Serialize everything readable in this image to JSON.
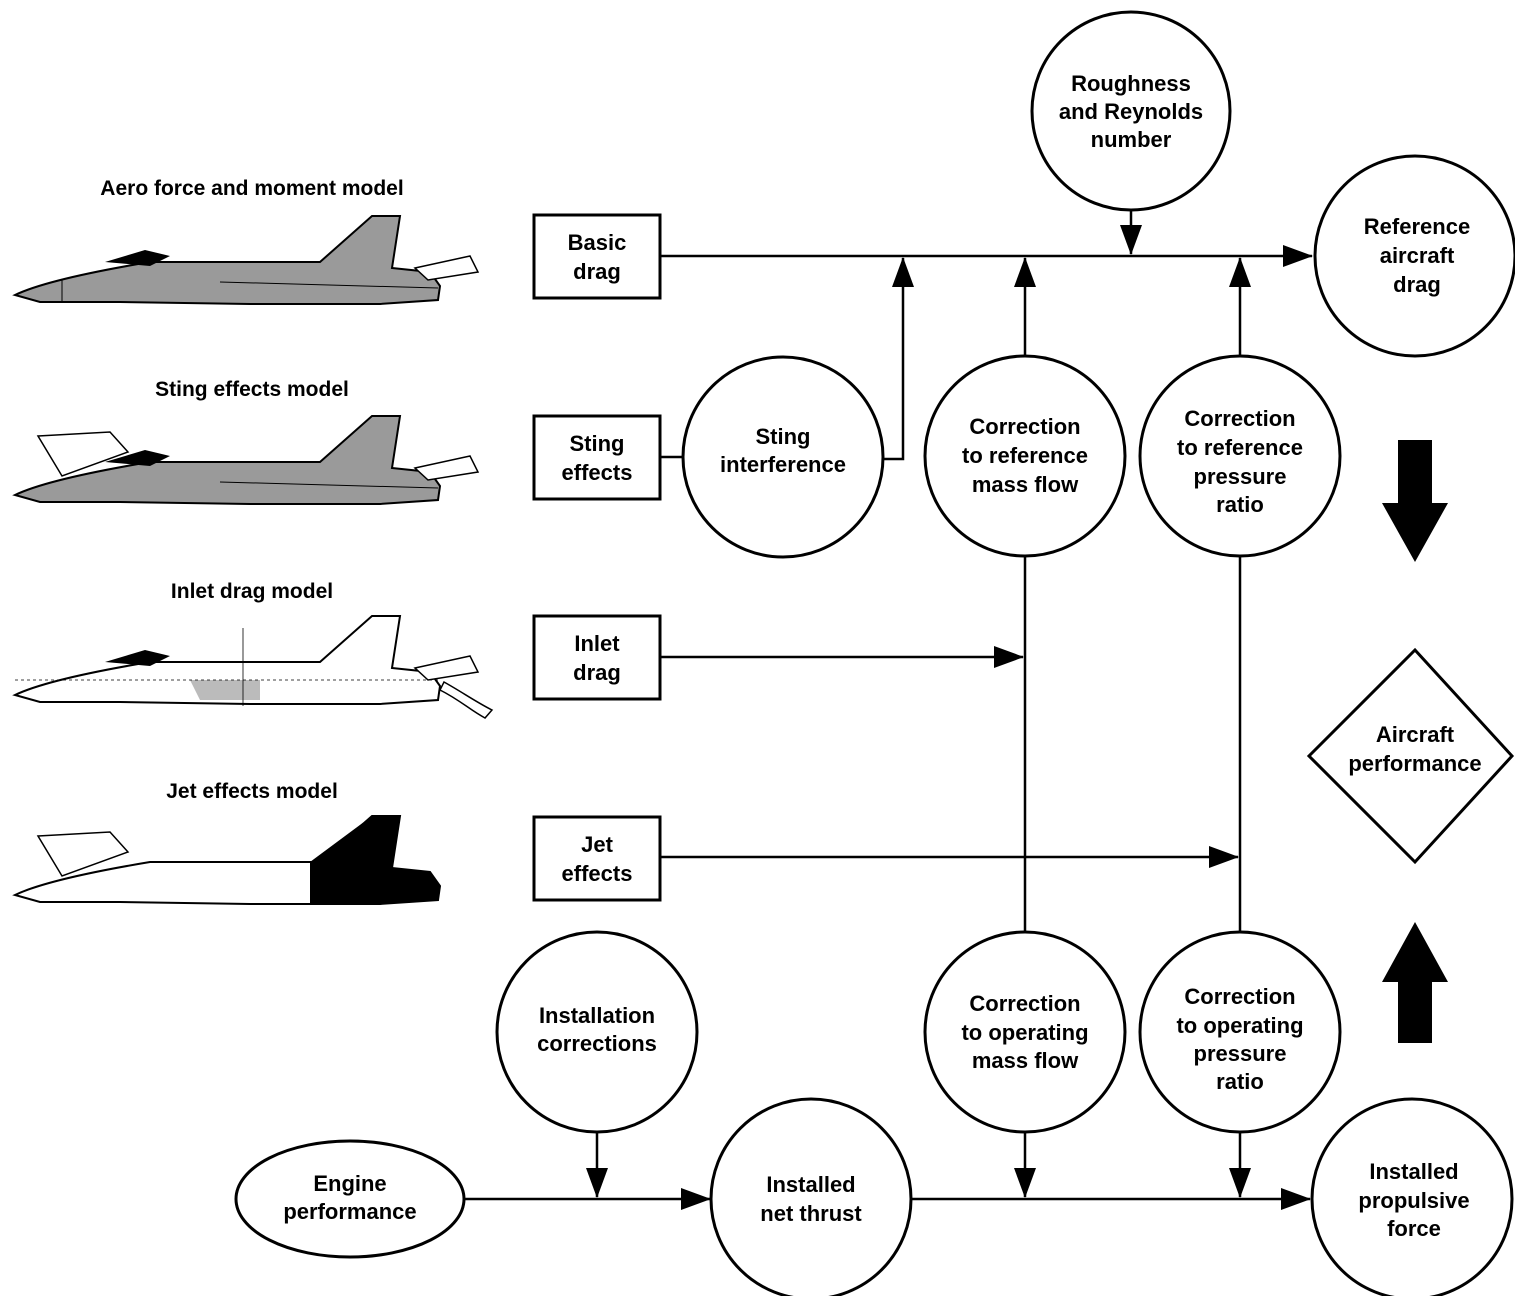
{
  "models": {
    "aero": "Aero force and moment model",
    "sting": "Sting effects model",
    "inlet": "Inlet drag model",
    "jet": "Jet effects model"
  },
  "boxes": {
    "basic_drag": [
      "Basic",
      "drag"
    ],
    "sting_effects": [
      "Sting",
      "effects"
    ],
    "inlet_drag": [
      "Inlet",
      "drag"
    ],
    "jet_effects": [
      "Jet",
      "effects"
    ]
  },
  "circles": {
    "roughness": [
      "Roughness",
      "and Reynolds",
      "number"
    ],
    "reference_drag": [
      "Reference",
      "aircraft",
      "drag"
    ],
    "sting_interference": [
      "Sting",
      "interference"
    ],
    "corr_ref_mass": [
      "Correction",
      "to reference",
      "mass flow"
    ],
    "corr_ref_pressure": [
      "Correction",
      "to reference",
      "pressure",
      "ratio"
    ],
    "installation": [
      "Installation",
      "corrections"
    ],
    "corr_op_mass": [
      "Correction",
      "to operating",
      "mass flow"
    ],
    "corr_op_pressure": [
      "Correction",
      "to operating",
      "pressure",
      "ratio"
    ],
    "installed_thrust": [
      "Installed",
      "net thrust"
    ],
    "installed_propulsive": [
      "Installed",
      "propulsive",
      "force"
    ]
  },
  "ellipse": {
    "engine_performance": [
      "Engine",
      "performance"
    ]
  },
  "diamond": {
    "aircraft_performance": [
      "Aircraft",
      "performance"
    ]
  }
}
